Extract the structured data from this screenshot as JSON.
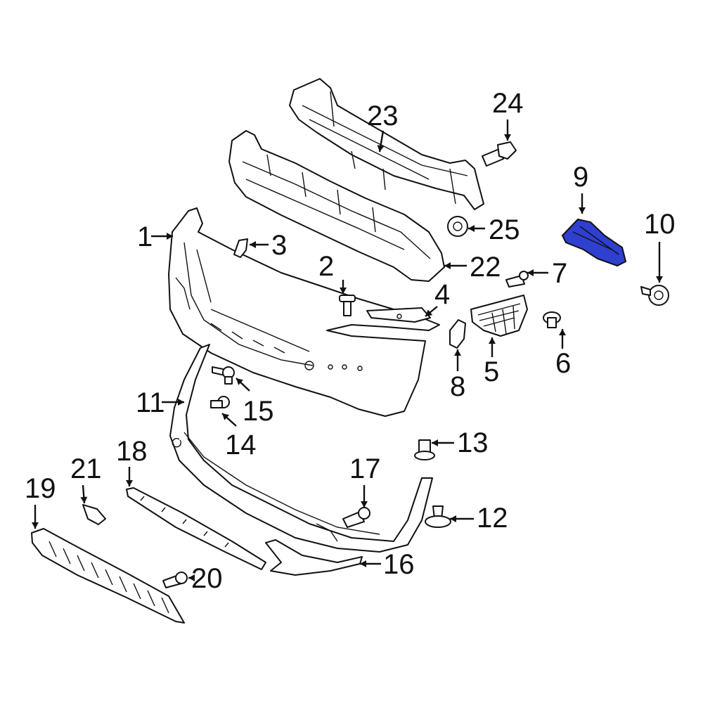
{
  "colors": {
    "line": "#111111",
    "background": "#ffffff",
    "highlight": "#2f3fd0"
  },
  "highlighted_part": "9",
  "callouts": [
    {
      "id": "c1",
      "label": "1"
    },
    {
      "id": "c2",
      "label": "2"
    },
    {
      "id": "c3",
      "label": "3"
    },
    {
      "id": "c4",
      "label": "4"
    },
    {
      "id": "c5",
      "label": "5"
    },
    {
      "id": "c6",
      "label": "6"
    },
    {
      "id": "c7",
      "label": "7"
    },
    {
      "id": "c8",
      "label": "8"
    },
    {
      "id": "c9",
      "label": "9"
    },
    {
      "id": "c10",
      "label": "10"
    },
    {
      "id": "c11",
      "label": "11"
    },
    {
      "id": "c12",
      "label": "12"
    },
    {
      "id": "c13",
      "label": "13"
    },
    {
      "id": "c14",
      "label": "14"
    },
    {
      "id": "c15",
      "label": "15"
    },
    {
      "id": "c16",
      "label": "16"
    },
    {
      "id": "c17",
      "label": "17"
    },
    {
      "id": "c18",
      "label": "18"
    },
    {
      "id": "c19",
      "label": "19"
    },
    {
      "id": "c20",
      "label": "20"
    },
    {
      "id": "c21",
      "label": "21"
    },
    {
      "id": "c22",
      "label": "22"
    },
    {
      "id": "c23",
      "label": "23"
    },
    {
      "id": "c24",
      "label": "24"
    },
    {
      "id": "c25",
      "label": "25"
    }
  ]
}
